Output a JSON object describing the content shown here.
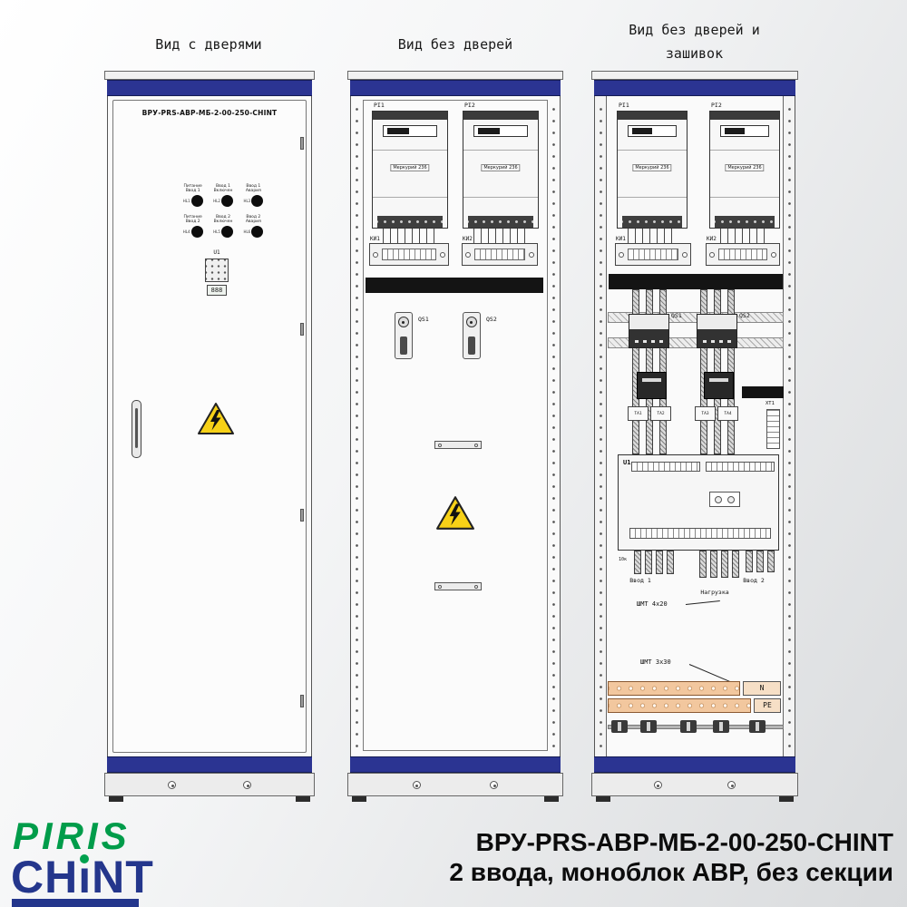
{
  "colors": {
    "cabinet_band_blue": "#2b3492",
    "warning_yellow": "#f7d117",
    "busbar_black": "#141414",
    "copper_busbar": "#f2c79e",
    "piris_green": "#009c4a",
    "chint_blue": "#24368c"
  },
  "view_titles": {
    "v1": "Вид с дверями",
    "v2": "Вид без дверей",
    "v3_line1": "Вид без дверей и",
    "v3_line2": "зашивок"
  },
  "meters": {
    "brand": "Меркурий 236"
  },
  "cab1": {
    "door_label": "ВРУ-PRS-АВР-МБ-2-00-250-CHINT",
    "indicators": [
      {
        "hl": "HL1",
        "line1": "Питание",
        "line2": "Ввод 1"
      },
      {
        "hl": "HL2",
        "line1": "Ввод 1",
        "line2": "Включен"
      },
      {
        "hl": "HL3",
        "line1": "Ввод 1",
        "line2": "Авария"
      },
      {
        "hl": "HL4",
        "line1": "Питание",
        "line2": "Ввод 2"
      },
      {
        "hl": "HL5",
        "line1": "Ввод 2",
        "line2": "Включен"
      },
      {
        "hl": "HL6",
        "line1": "Ввод 2",
        "line2": "Авария"
      }
    ],
    "u1_label": "U1",
    "u1_display": "888"
  },
  "cab2": {
    "meter1_label": "PI1",
    "meter2_label": "PI2",
    "ki1_label": "КИ1",
    "ki2_label": "КИ2",
    "qs1_label": "QS1",
    "qs2_label": "QS2"
  },
  "cab3": {
    "meter1_label": "PI1",
    "meter2_label": "PI2",
    "ki1_label": "КИ1",
    "ki2_label": "КИ2",
    "qs1_label": "QS1",
    "qs2_label": "QS2",
    "ct_labels": [
      "ТА1",
      "ТА2",
      "ТА3",
      "ТА4"
    ],
    "xt1_label": "ХТ1",
    "u1_label": "U1",
    "u1_note": "10к",
    "vvod1_label": "Ввод 1",
    "vvod2_label": "Ввод 2",
    "load_label": "Нагрузка",
    "shmt_top_label": "ШМТ 4х20",
    "shmt_bottom_label": "ШМТ 3х30",
    "n_label": "N",
    "pe_label": "PE"
  },
  "branding": {
    "piris": "PIRIS",
    "chint": "CHiNT",
    "chint_parts": {
      "left": "CH",
      "i": "ı",
      "right": "NT"
    }
  },
  "caption": {
    "line1": "ВРУ-PRS-АВР-МБ-2-00-250-CHINT",
    "line2": "2 ввода, моноблок АВР, без секции"
  }
}
